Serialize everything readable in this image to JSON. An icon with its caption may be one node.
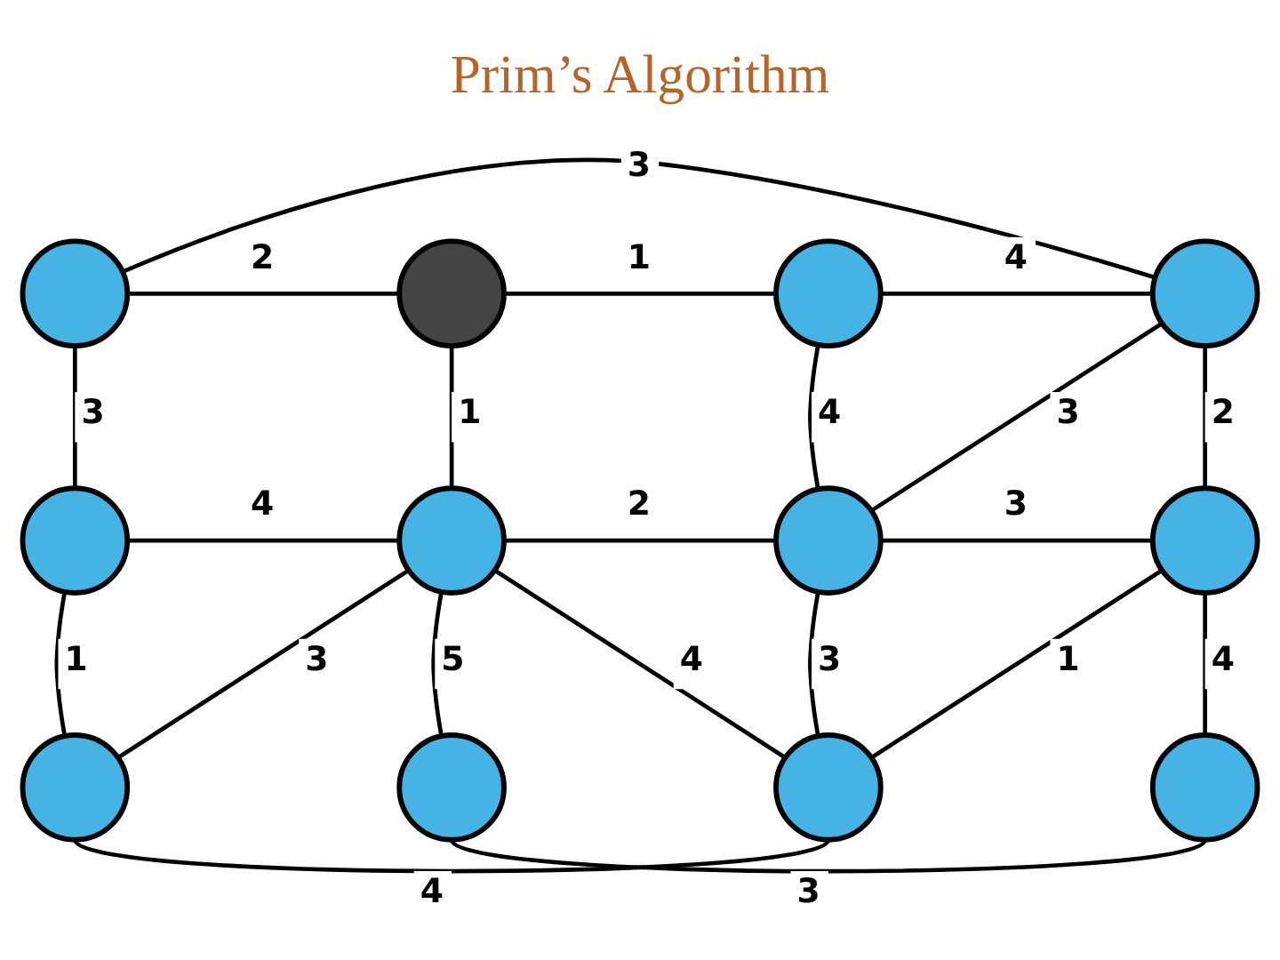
{
  "diagram": {
    "title": "Prim’s Algorithm",
    "nodes": [
      {
        "text": [],
        "shape": "circle"
      },
      {
        "text": [],
        "shape": "circle"
      },
      {
        "text": [],
        "shape": "circle"
      },
      {
        "text": [],
        "shape": "circle"
      },
      {
        "text": [],
        "shape": "circle"
      },
      {
        "text": [],
        "shape": "circle"
      },
      {
        "text": [],
        "shape": "circle"
      },
      {
        "text": [],
        "shape": "circle"
      },
      {
        "text": [],
        "shape": "circle"
      },
      {
        "text": [],
        "shape": "circle"
      },
      {
        "text": [],
        "shape": "circle"
      },
      {
        "text": [],
        "shape": "circle"
      }
    ],
    "edges": [
      {
        "from": 0,
        "to": 3,
        "arrow": "none",
        "label": "3"
      },
      {
        "from": 0,
        "to": 1,
        "arrow": "none",
        "label": "2"
      },
      {
        "from": 1,
        "to": 2,
        "arrow": "none",
        "label": "1"
      },
      {
        "from": 2,
        "to": 3,
        "arrow": "none",
        "label": "4"
      },
      {
        "from": 0,
        "to": 4,
        "arrow": "none",
        "label": "3"
      },
      {
        "from": 1,
        "to": 5,
        "arrow": "none",
        "label": "1"
      },
      {
        "from": 2,
        "to": 6,
        "arrow": "none",
        "label": "4"
      },
      {
        "from": 3,
        "to": 6,
        "arrow": "none",
        "label": "3"
      },
      {
        "from": 3,
        "to": 7,
        "arrow": "none",
        "label": "2"
      },
      {
        "from": 4,
        "to": 5,
        "arrow": "none",
        "label": "4"
      },
      {
        "from": 5,
        "to": 6,
        "arrow": "none",
        "label": "2"
      },
      {
        "from": 6,
        "to": 7,
        "arrow": "none",
        "label": "3"
      },
      {
        "from": 4,
        "to": 8,
        "arrow": "none",
        "label": "1"
      },
      {
        "from": 5,
        "to": 8,
        "arrow": "none",
        "label": "3"
      },
      {
        "from": 5,
        "to": 9,
        "arrow": "none",
        "label": "5"
      },
      {
        "from": 5,
        "to": 10,
        "arrow": "none",
        "label": "4"
      },
      {
        "from": 6,
        "to": 10,
        "arrow": "none",
        "label": "3"
      },
      {
        "from": 7,
        "to": 10,
        "arrow": "none",
        "label": "1"
      },
      {
        "from": 7,
        "to": 11,
        "arrow": "none",
        "label": "4"
      },
      {
        "from": 8,
        "to": 10,
        "arrow": "none",
        "label": "4"
      },
      {
        "from": 9,
        "to": 11,
        "arrow": "none",
        "label": "3"
      }
    ]
  }
}
